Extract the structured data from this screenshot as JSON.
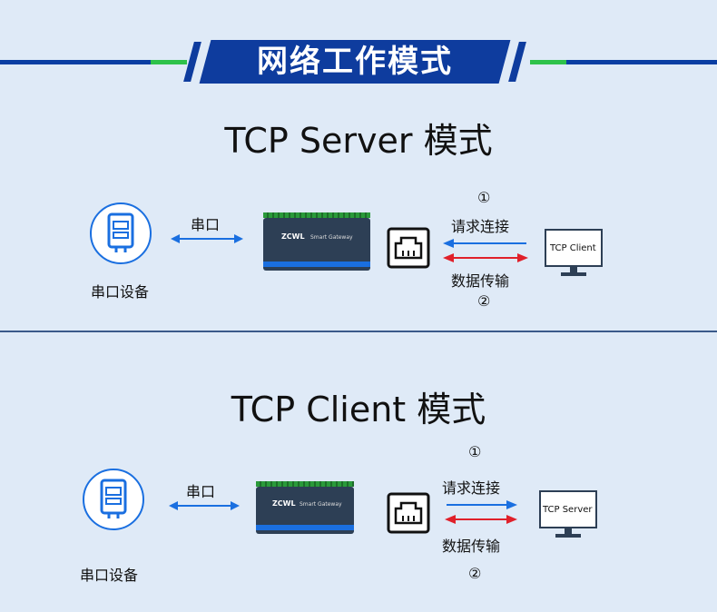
{
  "header": {
    "title": "网络工作模式"
  },
  "sections": [
    {
      "title": "TCP Server 模式",
      "serial_device_label": "串口设备",
      "serial_link_label": "串口",
      "step1": "①",
      "step2": "②",
      "request_label": "请求连接",
      "transfer_label": "数据传输",
      "device_brand": "ZCWL",
      "device_text": "Smart Gateway",
      "remote_label": "TCP Client"
    },
    {
      "title": "TCP Client 模式",
      "serial_device_label": "串口设备",
      "serial_link_label": "串口",
      "step1": "①",
      "step2": "②",
      "request_label": "请求连接",
      "transfer_label": "数据传输",
      "device_brand": "ZCWL",
      "device_text": "Smart Gateway",
      "remote_label": "TCP Server"
    }
  ],
  "colors": {
    "banner": "#0e3c9e",
    "line_green": "#2ec24a",
    "arrow_blue": "#1a6fe0",
    "arrow_red": "#e0202a"
  }
}
